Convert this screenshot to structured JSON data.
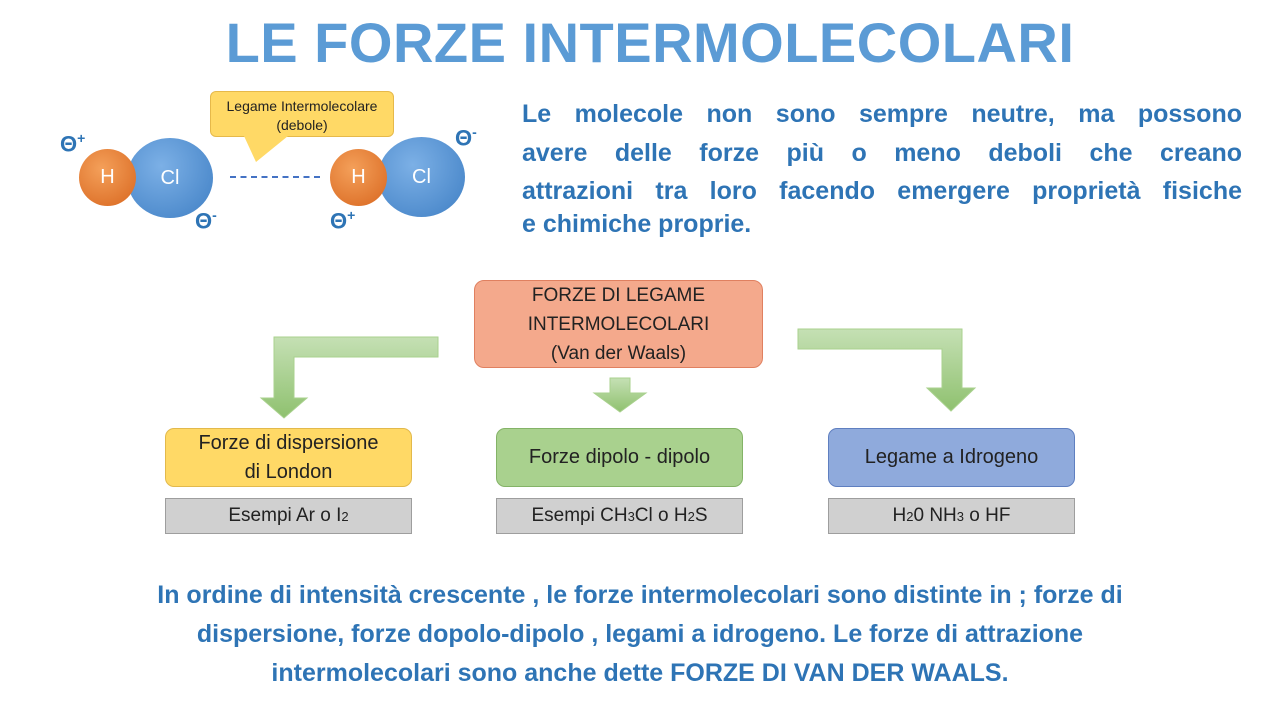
{
  "title": "LE FORZE INTERMOLECOLARI",
  "intro": {
    "lines": [
      "Le molecole non sono sempre neutre, ma possono",
      "avere delle forze più o meno deboli che creano",
      "attrazioni tra loro facendo emergere proprietà fisiche"
    ],
    "last_line": "e chimiche proprie."
  },
  "molecule_diagram": {
    "callout_line1": "Legame Intermolecolare",
    "callout_line2": "(debole)",
    "atom_h": "H",
    "atom_cl": "Cl",
    "delta": "Θ",
    "plus": "+",
    "minus": "-"
  },
  "main_box": {
    "line1": "FORZE DI LEGAME",
    "line2": "INTERMOLECOLARI",
    "line3": "(Van der Waals)"
  },
  "categories": [
    {
      "line1": "Forze di dispersione",
      "line2": "di London",
      "example_parts": [
        "Esempi Ar o I",
        "2"
      ]
    },
    {
      "label": "Forze dipolo - dipolo",
      "example_parts": [
        "Esempi CH",
        "3",
        "Cl o H",
        "2",
        "S"
      ]
    },
    {
      "label": "Legame a Idrogeno",
      "example_parts": [
        "H",
        "2",
        "0 NH",
        "3",
        " o HF"
      ]
    }
  ],
  "bottom_text": {
    "line1": "In ordine di intensità crescente , le forze intermolecolari sono distinte in ; forze di",
    "line2": "dispersione, forze dopolo-dipolo , legami a idrogeno. Le forze di attrazione",
    "line3": "intermolecolari sono anche dette FORZE DI VAN DER WAALS."
  },
  "colors": {
    "title": "#5b9bd5",
    "text": "#2e74b5",
    "hydrogen": "#e07b39",
    "chlorine": "#5b9bd5",
    "callout": "#ffd966",
    "main_box": "#f4a98c",
    "dispersion": "#ffd966",
    "dipole": "#a9d18e",
    "hydrogen_bond": "#8faadc",
    "arrow": "#a9d18e",
    "example": "#d0d0d0"
  }
}
